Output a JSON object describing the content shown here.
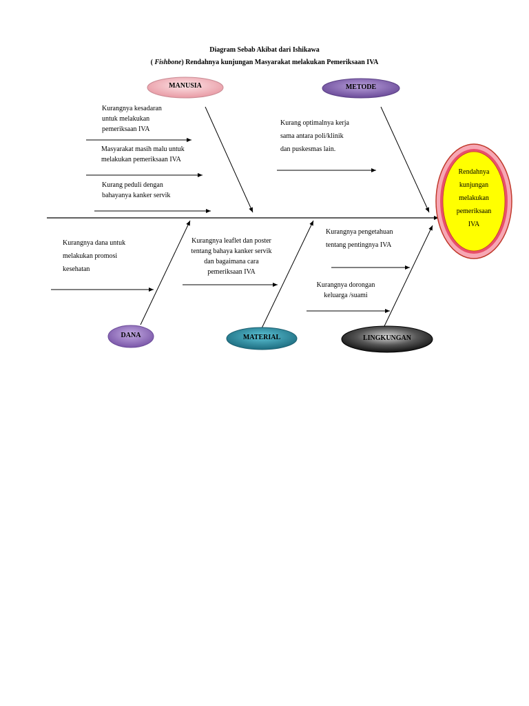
{
  "title": {
    "line1": "Diagram Sebab Akibat dari Ishikawa",
    "line2_prefix": "( ",
    "line2_italic": "Fishbone",
    "line2_rest": ")  Rendahnya kunjungan Masyarakat melakukan Pemeriksaan IVA"
  },
  "categories": {
    "manusia": "MANUSIA",
    "metode": "METODE",
    "dana": "DANA",
    "material": "MATERIAL",
    "lingkungan": "LINGKUNGAN"
  },
  "effect": "Rendahnya\nkunjungan\nmelakukan\npemeriksaan\nIVA",
  "causes": {
    "manusia_1": "Kurangnya kesadaran\nuntuk melakukan\npemeriksaan IVA",
    "manusia_2": "Masyarakat masih malu untuk\nmelakukan pemeriksaan IVA",
    "manusia_3": "Kurang peduli dengan\nbahayanya kanker servik",
    "metode_1": "Kurang optimalnya kerja\nsama antara poli/klinik\ndan puskesmas lain.",
    "dana_1": "Kurangnya dana untuk\nmelakukan promosi\nkesehatan",
    "material_1": "Kurangnya leaflet dan poster\ntentang bahaya kanker servik\ndan bagaimana cara\npemeriksaan IVA",
    "lingkungan_1": "Kurangnya pengetahuan\ntentang pentingnya IVA",
    "lingkungan_2": "Kurangnya dorongan\nkeluarga /suami"
  },
  "colors": {
    "manusia_fill": "#f2b8bf",
    "metode_fill": "#8e6bb8",
    "dana_fill": "#9b77c2",
    "material_fill": "#2e8fa3",
    "lingkungan_fill": "#2a2a2a",
    "effect_fill": "#ffff00",
    "effect_ring": "#e8506a",
    "effect_ring_outer": "#c0392b"
  }
}
